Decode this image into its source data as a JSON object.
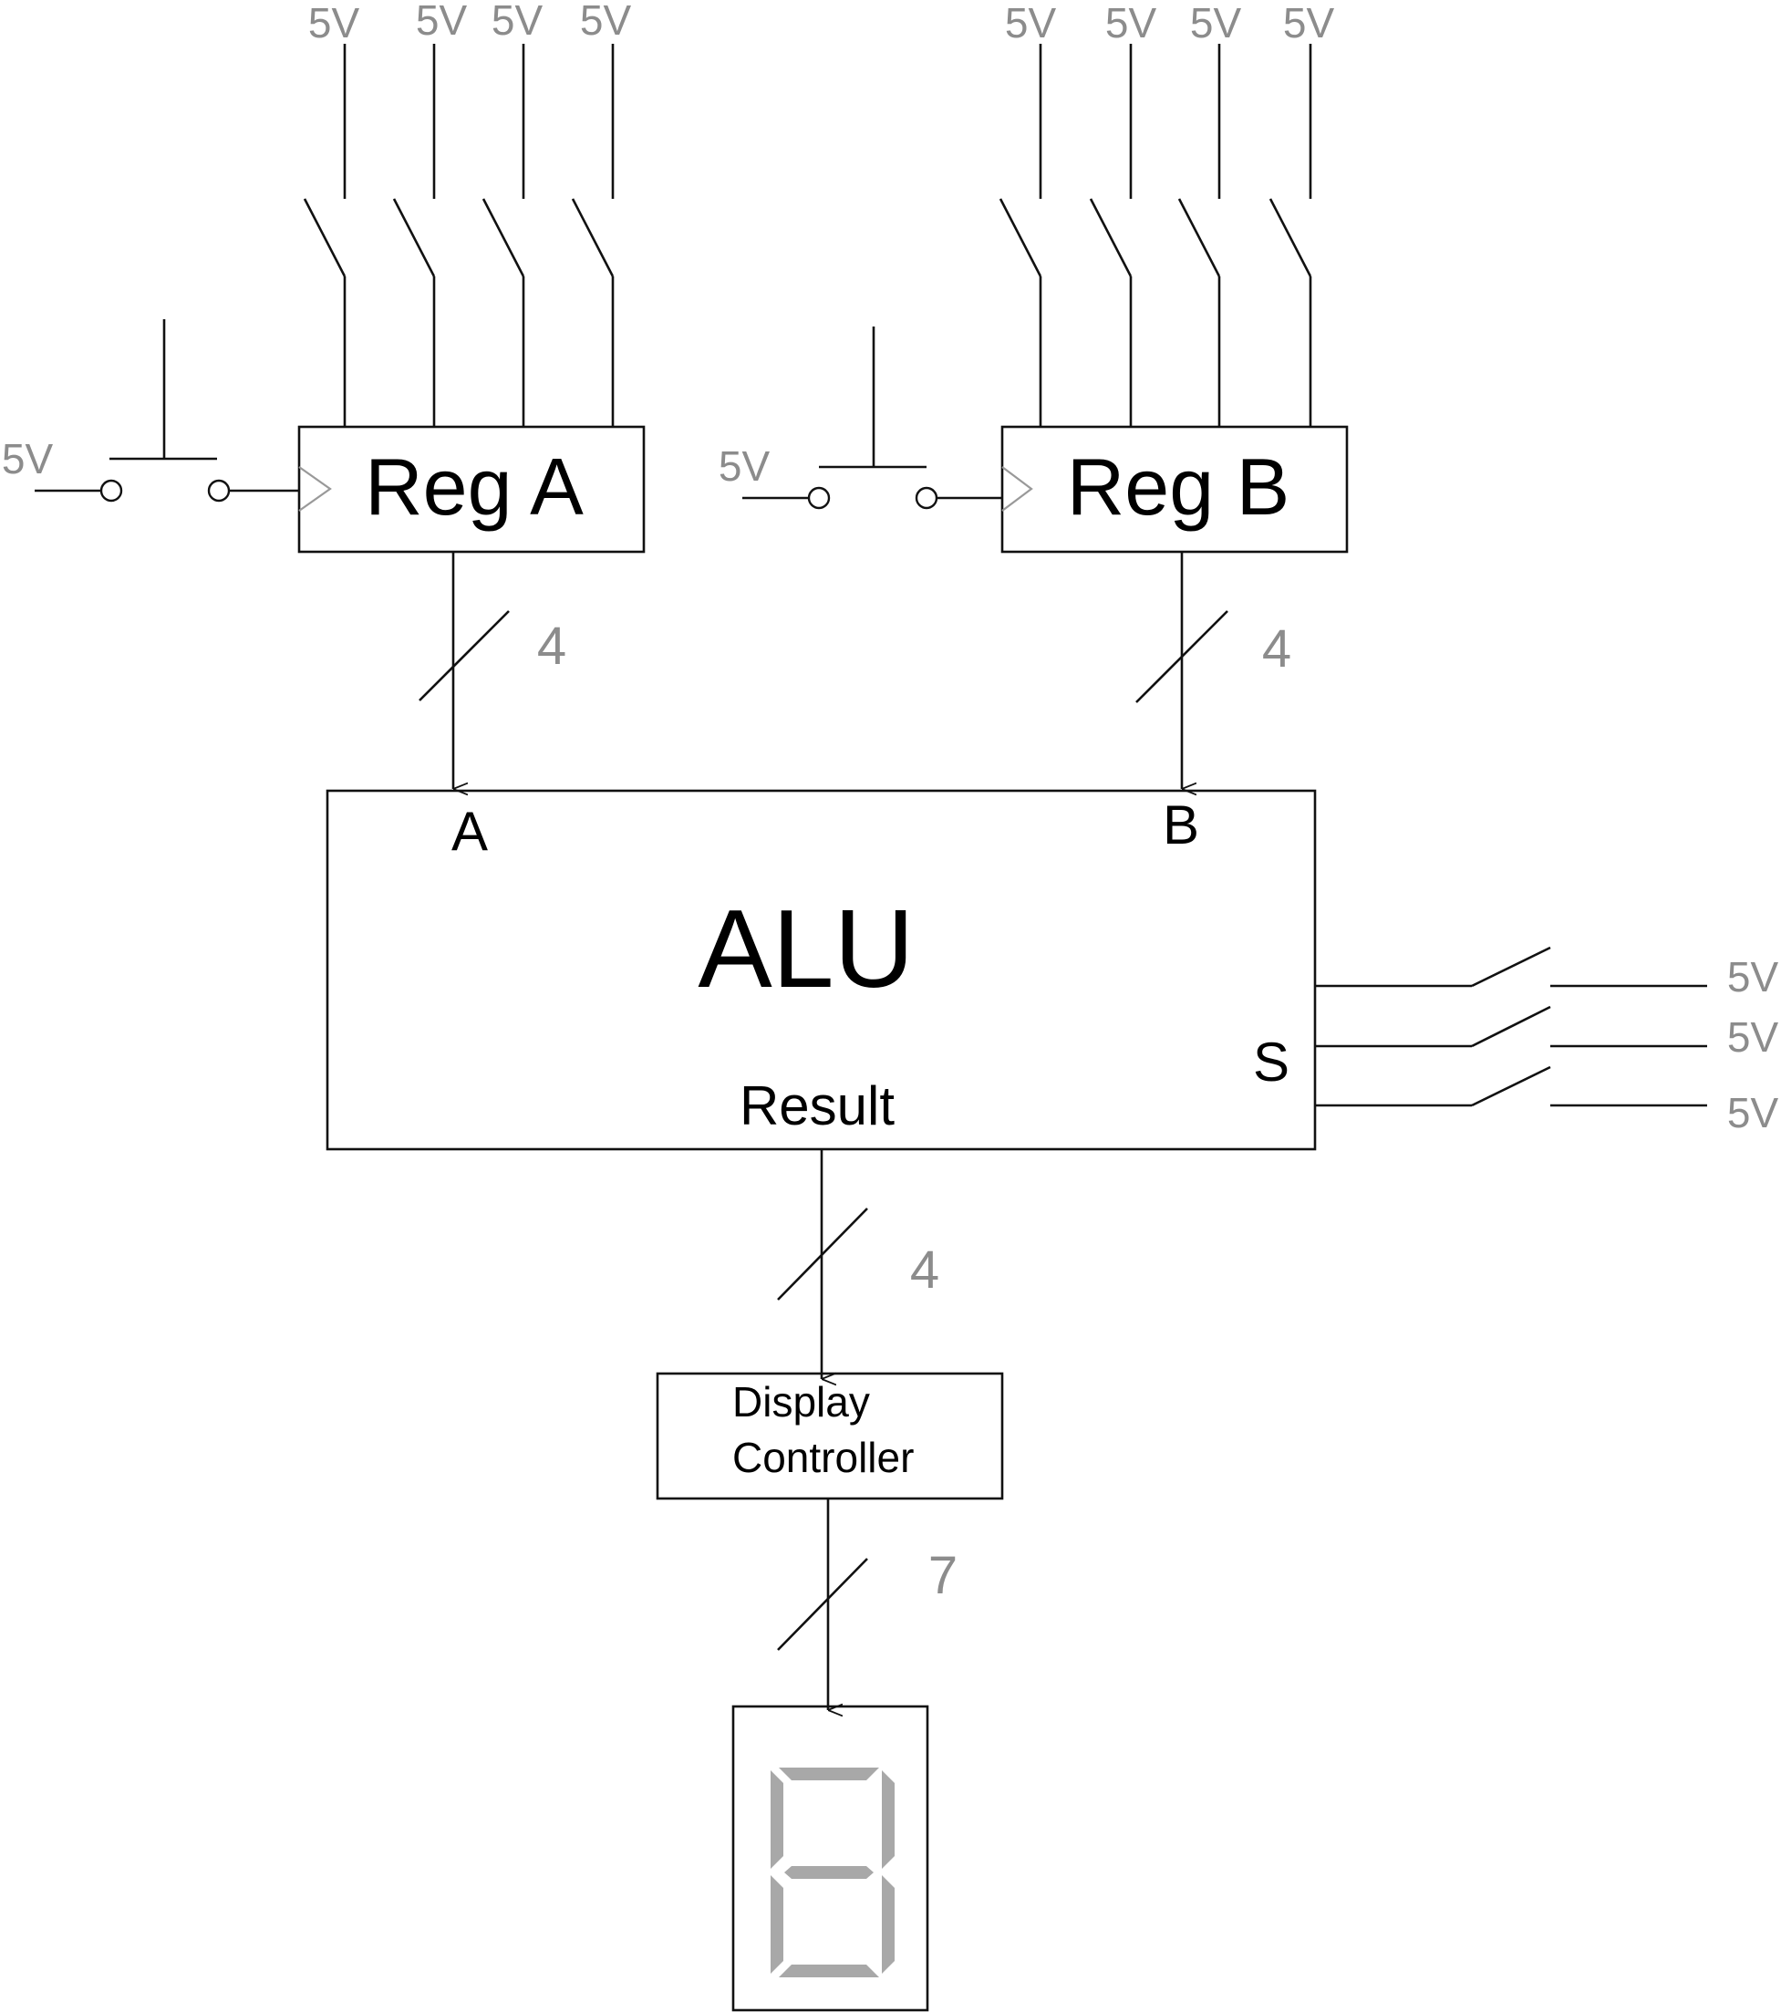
{
  "supply_label": "5V",
  "reg_a": {
    "label": "Reg A"
  },
  "reg_b": {
    "label": "Reg B"
  },
  "alu": {
    "label": "ALU",
    "port_a": "A",
    "port_b": "B",
    "port_s": "S",
    "port_result": "Result"
  },
  "display_controller": {
    "line1": "Display",
    "line2": "Controller"
  },
  "bus_widths": {
    "reg_a_to_alu": "4",
    "reg_b_to_alu": "4",
    "alu_to_display": "4",
    "display_to_7seg": "7"
  },
  "colors": {
    "line": "#111111",
    "annotation": "#8c8c8c",
    "segment": "#a8a8a8"
  }
}
